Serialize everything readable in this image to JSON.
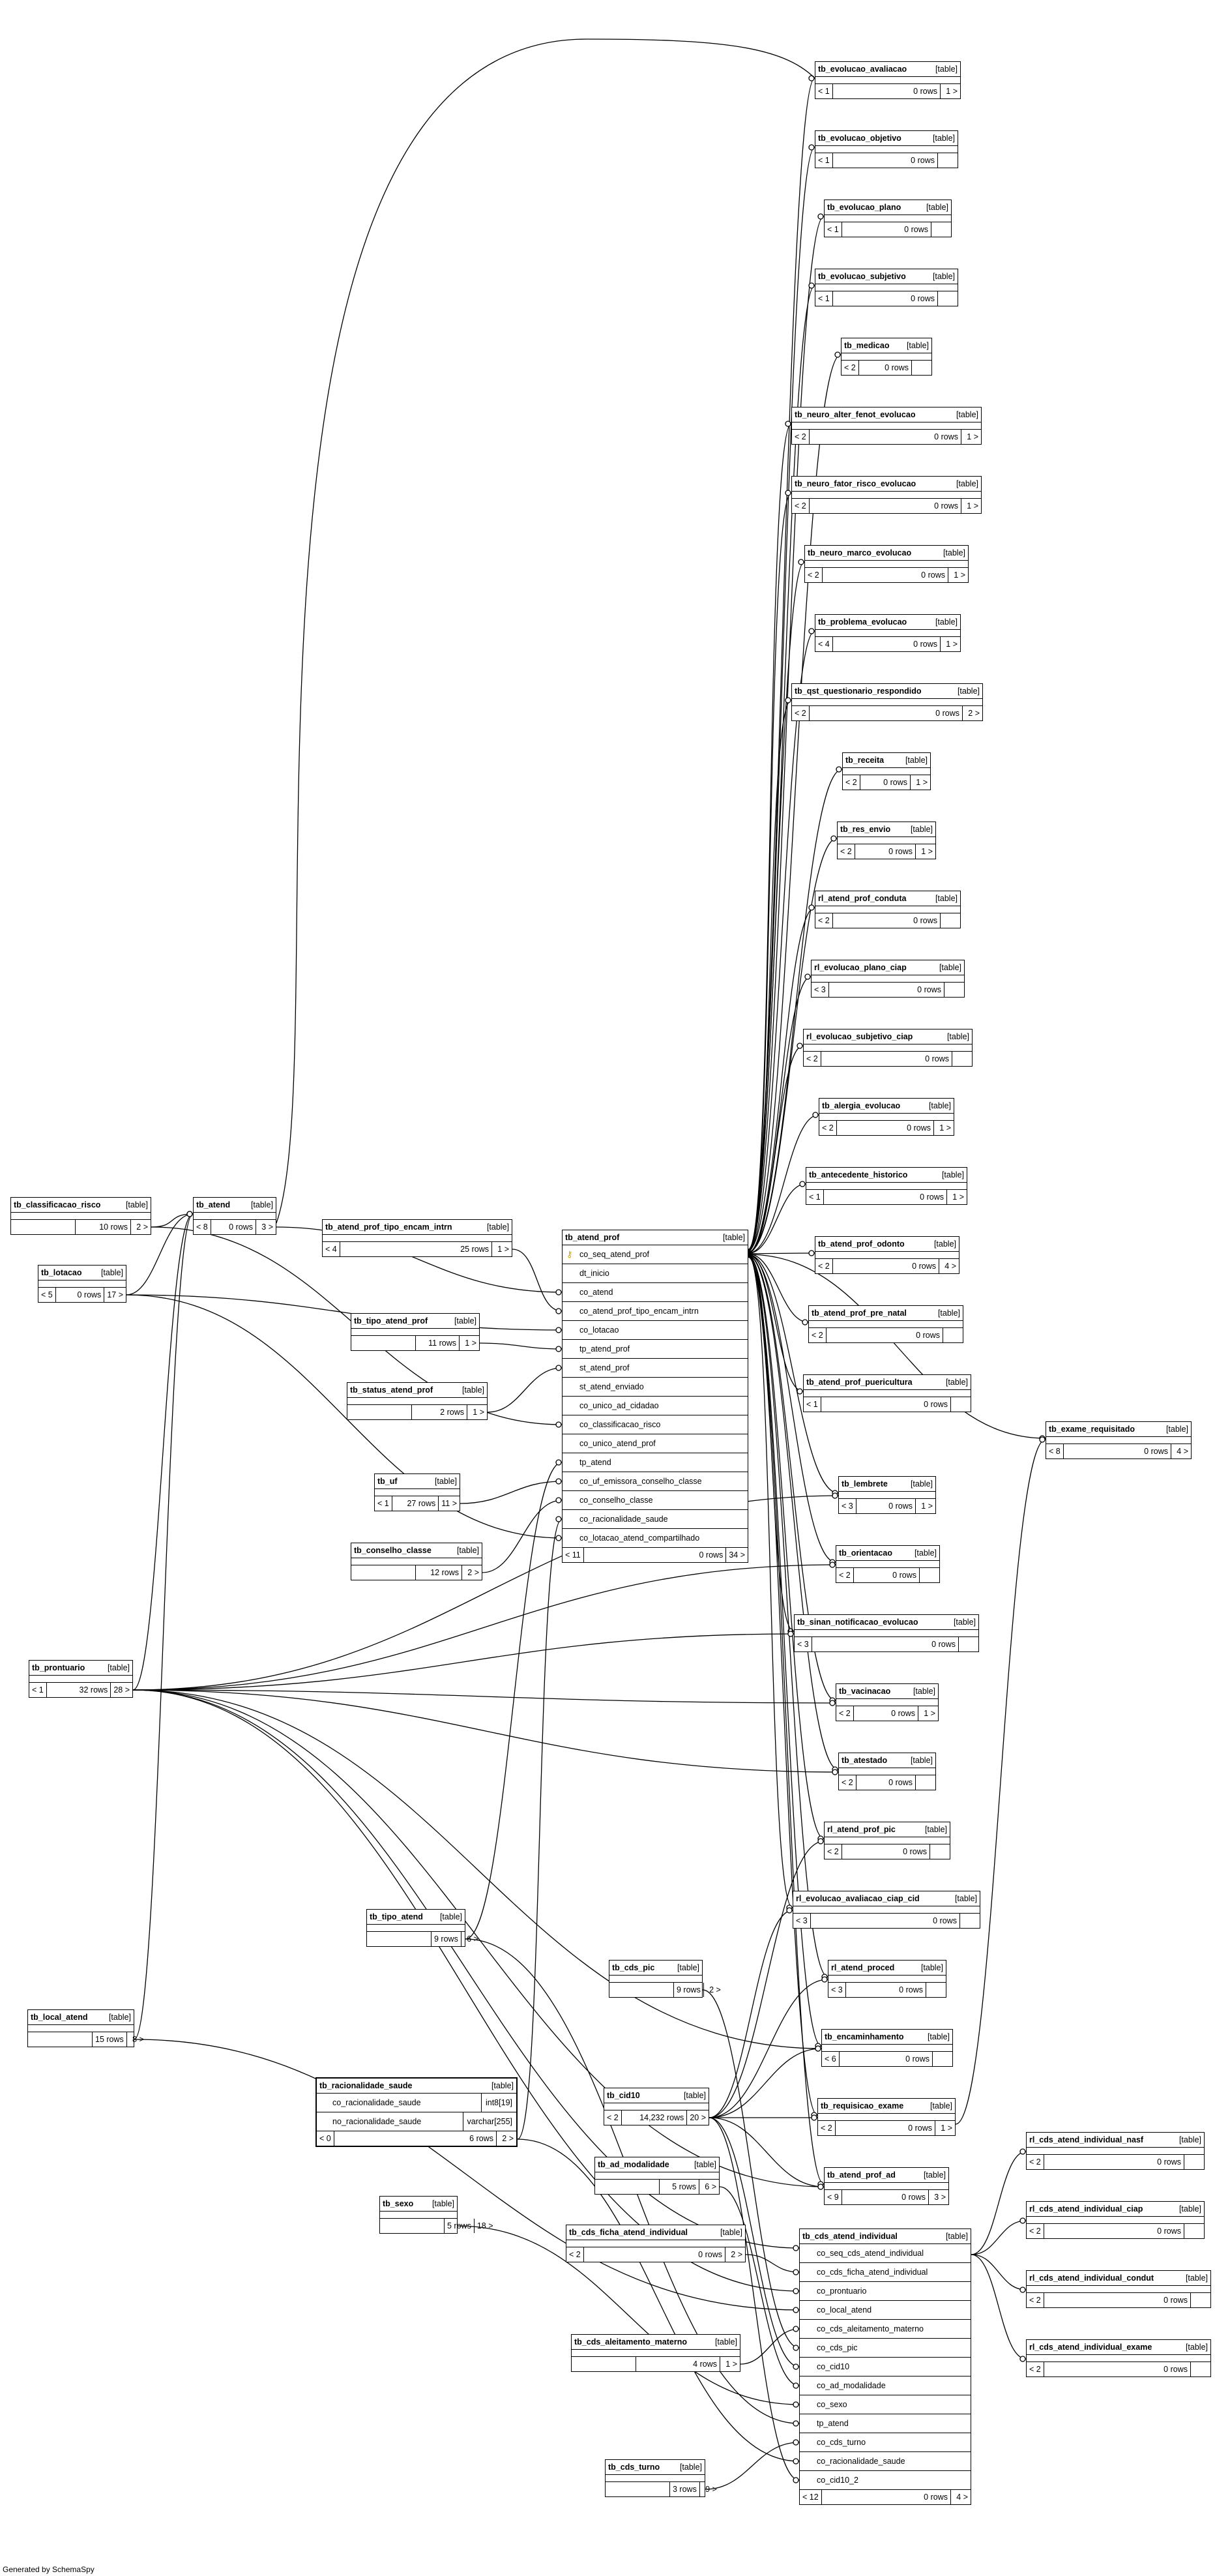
{
  "footer": "Generated by SchemaSpy",
  "kind_label": "[table]",
  "main_table": {
    "name": "tb_atend_prof",
    "columns": [
      "co_seq_atend_prof",
      "dt_inicio",
      "co_atend",
      "co_atend_prof_tipo_encam_intrn",
      "co_lotacao",
      "tp_atend_prof",
      "st_atend_prof",
      "st_atend_enviado",
      "co_unico_ad_cidadao",
      "co_classificacao_risco",
      "co_unico_atend_prof",
      "tp_atend",
      "co_uf_emissora_conselho_classe",
      "co_conselho_classe",
      "co_racionalidade_saude",
      "co_lotacao_atend_compartilhado"
    ],
    "parents": "< 11",
    "rows": "0 rows",
    "children": "34 >"
  },
  "cds_table": {
    "name": "tb_cds_atend_individual",
    "columns": [
      "co_seq_cds_atend_individual",
      "co_cds_ficha_atend_individual",
      "co_prontuario",
      "co_local_atend",
      "co_cds_aleitamento_materno",
      "co_cds_pic",
      "co_cid10",
      "co_ad_modalidade",
      "co_sexo",
      "tp_atend",
      "co_cds_turno",
      "co_racionalidade_saude",
      "co_cid10_2"
    ],
    "parents": "< 12",
    "rows": "0 rows",
    "children": "4 >"
  },
  "racionalidade_table": {
    "name": "tb_racionalidade_saude",
    "columns": [
      {
        "name": "co_racionalidade_saude",
        "type": "int8[19]"
      },
      {
        "name": "no_racionalidade_saude",
        "type": "varchar[255]"
      }
    ],
    "parents": "< 0",
    "rows": "6 rows",
    "children": "2 >"
  },
  "tables": [
    {
      "name": "tb_evolucao_avaliacao",
      "parents": "< 1",
      "rows": "0 rows",
      "children": "1 >"
    },
    {
      "name": "tb_evolucao_objetivo",
      "parents": "< 1",
      "rows": "0 rows",
      "children": ""
    },
    {
      "name": "tb_evolucao_plano",
      "parents": "< 1",
      "rows": "0 rows",
      "children": ""
    },
    {
      "name": "tb_evolucao_subjetivo",
      "parents": "< 1",
      "rows": "0 rows",
      "children": ""
    },
    {
      "name": "tb_medicao",
      "parents": "< 2",
      "rows": "0 rows",
      "children": ""
    },
    {
      "name": "tb_neuro_alter_fenot_evolucao",
      "parents": "< 2",
      "rows": "0 rows",
      "children": "1 >"
    },
    {
      "name": "tb_neuro_fator_risco_evolucao",
      "parents": "< 2",
      "rows": "0 rows",
      "children": "1 >"
    },
    {
      "name": "tb_neuro_marco_evolucao",
      "parents": "< 2",
      "rows": "0 rows",
      "children": "1 >"
    },
    {
      "name": "tb_problema_evolucao",
      "parents": "< 4",
      "rows": "0 rows",
      "children": "1 >"
    },
    {
      "name": "tb_qst_questionario_respondido",
      "parents": "< 2",
      "rows": "0 rows",
      "children": "2 >"
    },
    {
      "name": "tb_receita",
      "parents": "< 2",
      "rows": "0 rows",
      "children": "1 >"
    },
    {
      "name": "tb_res_envio",
      "parents": "< 2",
      "rows": "0 rows",
      "children": "1 >"
    },
    {
      "name": "rl_atend_prof_conduta",
      "parents": "< 2",
      "rows": "0 rows",
      "children": ""
    },
    {
      "name": "rl_evolucao_plano_ciap",
      "parents": "< 3",
      "rows": "0 rows",
      "children": ""
    },
    {
      "name": "rl_evolucao_subjetivo_ciap",
      "parents": "< 2",
      "rows": "0 rows",
      "children": ""
    },
    {
      "name": "tb_alergia_evolucao",
      "parents": "< 2",
      "rows": "0 rows",
      "children": "1 >"
    },
    {
      "name": "tb_antecedente_historico",
      "parents": "< 1",
      "rows": "0 rows",
      "children": "1 >"
    },
    {
      "name": "tb_atend_prof_odonto",
      "parents": "< 2",
      "rows": "0 rows",
      "children": "4 >"
    },
    {
      "name": "tb_atend_prof_pre_natal",
      "parents": "< 2",
      "rows": "0 rows",
      "children": ""
    },
    {
      "name": "tb_atend_prof_puericultura",
      "parents": "< 1",
      "rows": "0 rows",
      "children": ""
    },
    {
      "name": "tb_lembrete",
      "parents": "< 3",
      "rows": "0 rows",
      "children": "1 >"
    },
    {
      "name": "tb_orientacao",
      "parents": "< 2",
      "rows": "0 rows",
      "children": ""
    },
    {
      "name": "tb_sinan_notificacao_evolucao",
      "parents": "< 3",
      "rows": "0 rows",
      "children": ""
    },
    {
      "name": "tb_vacinacao",
      "parents": "< 2",
      "rows": "0 rows",
      "children": "1 >"
    },
    {
      "name": "tb_atestado",
      "parents": "< 2",
      "rows": "0 rows",
      "children": ""
    },
    {
      "name": "rl_atend_prof_pic",
      "parents": "< 2",
      "rows": "0 rows",
      "children": ""
    },
    {
      "name": "rl_evolucao_avaliacao_ciap_cid",
      "parents": "< 3",
      "rows": "0 rows",
      "children": ""
    },
    {
      "name": "rl_atend_proced",
      "parents": "< 3",
      "rows": "0 rows",
      "children": ""
    },
    {
      "name": "tb_encaminhamento",
      "parents": "< 6",
      "rows": "0 rows",
      "children": ""
    },
    {
      "name": "tb_requisicao_exame",
      "parents": "< 2",
      "rows": "0 rows",
      "children": "1 >"
    },
    {
      "name": "tb_atend_prof_ad",
      "parents": "< 9",
      "rows": "0 rows",
      "children": "3 >"
    },
    {
      "name": "tb_exame_requisitado",
      "parents": "< 8",
      "rows": "0 rows",
      "children": "4 >"
    },
    {
      "name": "rl_cds_atend_individual_nasf",
      "parents": "< 2",
      "rows": "0 rows",
      "children": ""
    },
    {
      "name": "rl_cds_atend_individual_ciap",
      "parents": "< 2",
      "rows": "0 rows",
      "children": ""
    },
    {
      "name": "rl_cds_atend_individual_condut",
      "parents": "< 2",
      "rows": "0 rows",
      "children": ""
    },
    {
      "name": "rl_cds_atend_individual_exame",
      "parents": "< 2",
      "rows": "0 rows",
      "children": ""
    },
    {
      "name": "tb_classificacao_risco",
      "parents": "",
      "rows": "10 rows",
      "children": "2 >"
    },
    {
      "name": "tb_atend",
      "parents": "< 8",
      "rows": "0 rows",
      "children": "3 >"
    },
    {
      "name": "tb_lotacao",
      "parents": "< 5",
      "rows": "0 rows",
      "children": "17 >"
    },
    {
      "name": "tb_atend_prof_tipo_encam_intrn",
      "parents": "< 4",
      "rows": "25 rows",
      "children": "1 >"
    },
    {
      "name": "tb_tipo_atend_prof",
      "parents": "",
      "rows": "11 rows",
      "children": "1 >"
    },
    {
      "name": "tb_status_atend_prof",
      "parents": "",
      "rows": "2 rows",
      "children": "1 >"
    },
    {
      "name": "tb_uf",
      "parents": "< 1",
      "rows": "27 rows",
      "children": "11 >"
    },
    {
      "name": "tb_conselho_classe",
      "parents": "",
      "rows": "12 rows",
      "children": "2 >"
    },
    {
      "name": "tb_prontuario",
      "parents": "< 1",
      "rows": "32 rows",
      "children": "28 >"
    },
    {
      "name": "tb_tipo_atend",
      "parents": "",
      "rows": "9 rows",
      "children": "6 >"
    },
    {
      "name": "tb_local_atend",
      "parents": "",
      "rows": "15 rows",
      "children": "8 >"
    },
    {
      "name": "tb_cds_pic",
      "parents": "",
      "rows": "9 rows",
      "children": "2 >"
    },
    {
      "name": "tb_cid10",
      "parents": "< 2",
      "rows": "14,232 rows",
      "children": "20 >"
    },
    {
      "name": "tb_ad_modalidade",
      "parents": "",
      "rows": "5 rows",
      "children": "6 >"
    },
    {
      "name": "tb_cds_ficha_atend_individual",
      "parents": "< 2",
      "rows": "0 rows",
      "children": "2 >"
    },
    {
      "name": "tb_sexo",
      "parents": "",
      "rows": "5 rows",
      "children": "18 >"
    },
    {
      "name": "tb_cds_aleitamento_materno",
      "parents": "",
      "rows": "4 rows",
      "children": "1 >"
    },
    {
      "name": "tb_cds_turno",
      "parents": "",
      "rows": "3 rows",
      "children": "9 >"
    }
  ]
}
